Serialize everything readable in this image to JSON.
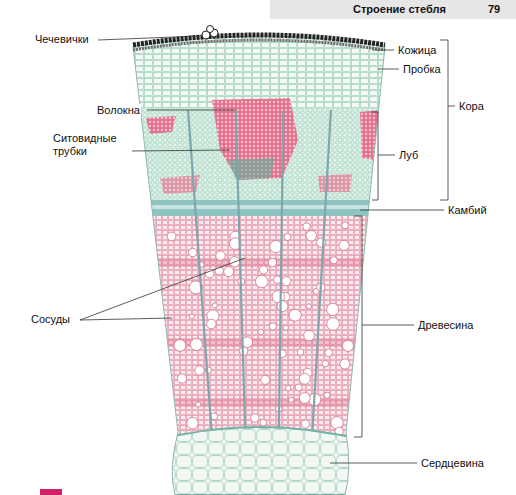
{
  "diagram": {
    "title": "Строение стебля",
    "labels": [
      "79",
      "Чечевички",
      "Кожица",
      "Пробка",
      "Кора",
      "Волокна",
      "Ситовидные трубки",
      "Луб",
      "Камбий",
      "Сосуды",
      "Древесина",
      "Сердцевина"
    ]
  }
}
